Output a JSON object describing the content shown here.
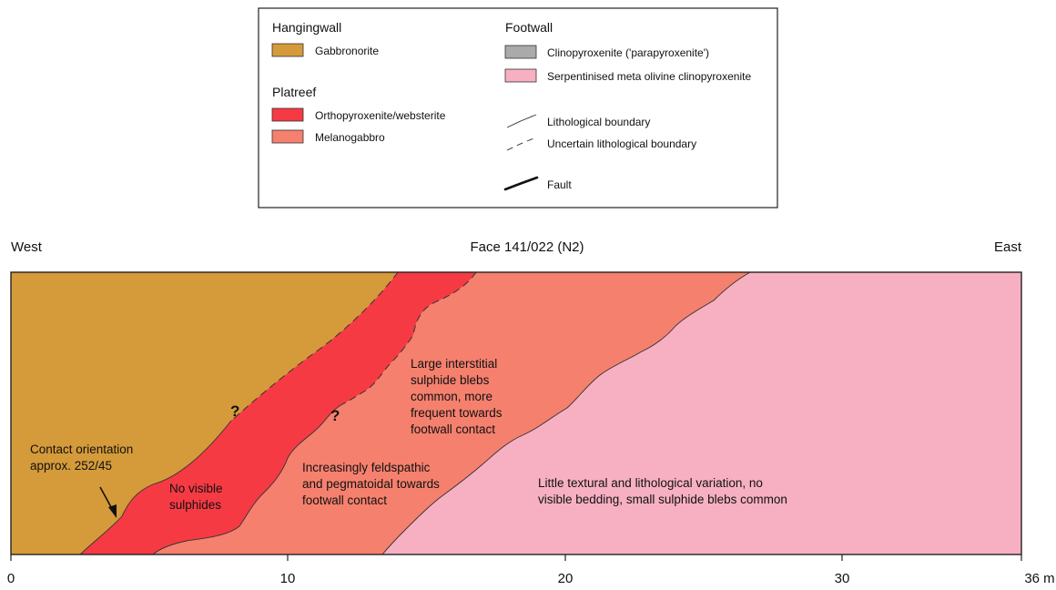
{
  "legend": {
    "groups": {
      "hangingwall": "Hangingwall",
      "platreef": "Platreef",
      "footwall": "Footwall"
    },
    "items": {
      "gabbronorite": {
        "label": "Gabbronorite",
        "color": "#d59a3a"
      },
      "orthopyroxenite": {
        "label": "Orthopyroxenite/websterite",
        "color": "#f63a44"
      },
      "melanogabbro": {
        "label": "Melanogabbro",
        "color": "#f5806e"
      },
      "clinopyroxenite": {
        "label": "Clinopyroxenite ('parapyroxenite')",
        "color": "#aaaaaa"
      },
      "serpentinised": {
        "label": "Serpentinised meta olivine clinopyroxenite",
        "color": "#f7b0c2"
      }
    },
    "lines": {
      "lithological_boundary": "Lithological boundary",
      "uncertain_boundary": "Uncertain lithological boundary",
      "fault": "Fault"
    }
  },
  "section": {
    "title": "Face 141/022 (N2)",
    "west": "West",
    "east": "East"
  },
  "annotations": {
    "contact_line1": "Contact orientation",
    "contact_line2": "approx. 252/45",
    "no_visible_line1": "No visible",
    "no_visible_line2": "sulphides",
    "feldspathic_line1": "Increasingly feldspathic",
    "feldspathic_line2": "and pegmatoidal towards",
    "feldspathic_line3": "footwall contact",
    "blebs_line1": "Large interstitial",
    "blebs_line2": "sulphide blebs",
    "blebs_line3": "common, more",
    "blebs_line4": "frequent towards",
    "blebs_line5": "footwall contact",
    "little_line1": "Little textural and lithological variation, no",
    "little_line2": "visible bedding, small sulphide blebs common",
    "q1": "?",
    "q2": "?"
  },
  "axis": {
    "ticks": [
      "0",
      "10",
      "20",
      "30",
      "36 m"
    ]
  }
}
